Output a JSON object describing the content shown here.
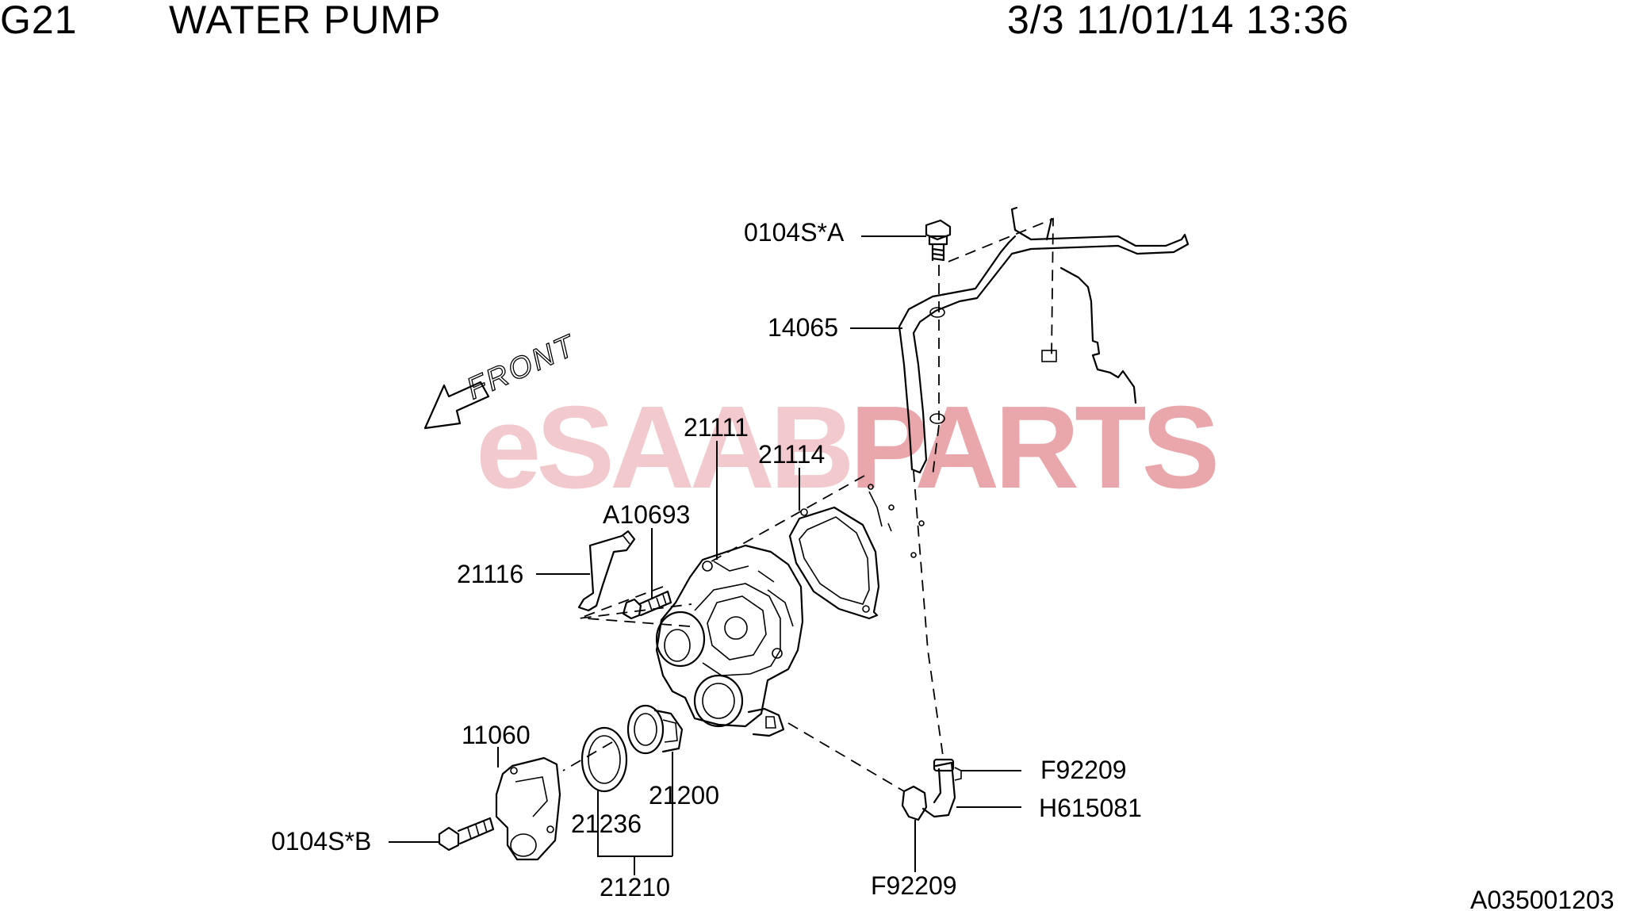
{
  "header": {
    "section_code": "G21",
    "section_title": "WATER PUMP",
    "page_info": "3/3 11/01/14 13:36"
  },
  "front_indicator": "FRONT",
  "watermark": {
    "part1": "eSAAB",
    "part2": "PARTS",
    "color1": "#f2c9cc",
    "color2": "#e9a6ab"
  },
  "labels": {
    "l0104SA": "0104S*A",
    "l14065": "14065",
    "l21111": "21111",
    "l21114": "21114",
    "lA10693": "A10693",
    "l21116": "21116",
    "l11060": "11060",
    "l21200": "21200",
    "l21236": "21236",
    "l0104SB": "0104S*B",
    "l21210": "21210",
    "lF92209a": "F92209",
    "lH615081": "H615081",
    "lF92209b": "F92209"
  },
  "diagram_code": "A035001203"
}
